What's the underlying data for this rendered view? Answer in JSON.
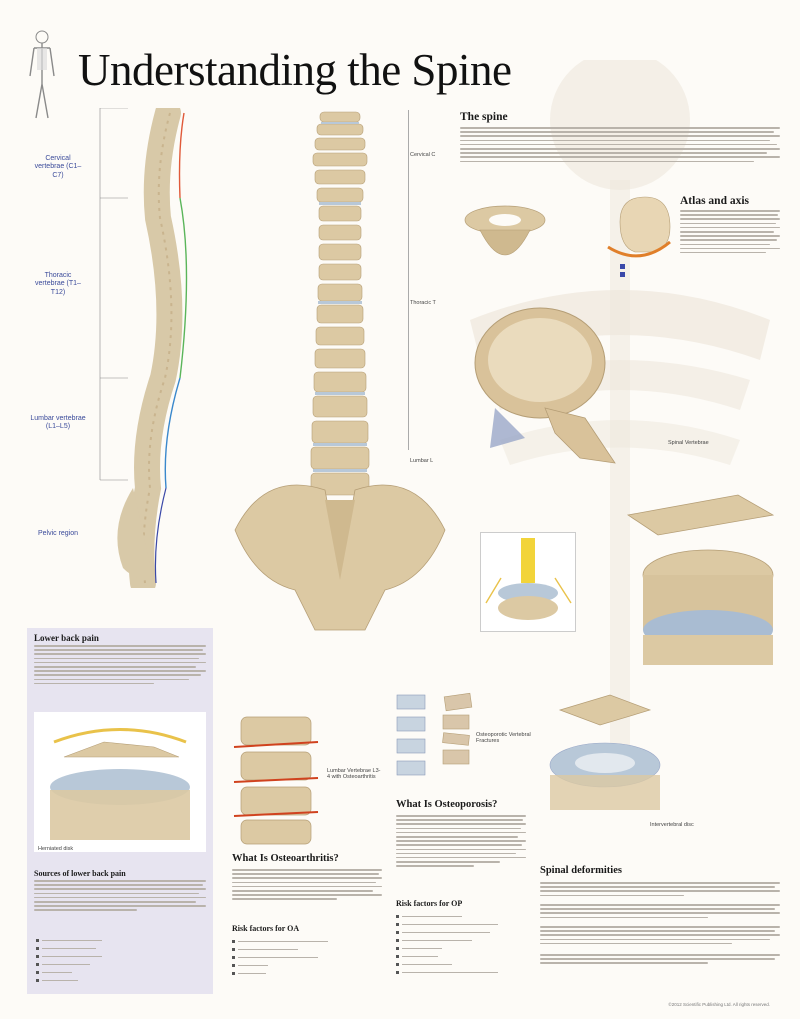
{
  "title": "Understanding the Spine",
  "spine_regions": {
    "cervical": "Cervical vertebrae (C1–C7)",
    "thoracic": "Thoracic vertebrae (T1–T12)",
    "lumbar": "Lumbar vertebrae (L1–L5)",
    "pelvic": "Pelvic region"
  },
  "side_labels": {
    "cervical": "Cervical C",
    "thoracic": "Thoracic T",
    "lumbar": "Lumbar L"
  },
  "sections": {
    "the_spine": "The spine",
    "atlas_axis": "Atlas and axis",
    "spinal_vertebrae": "Spinal Vertebrae",
    "lower_back_pain": "Lower back pain",
    "sources_pain": "Sources of lower back pain",
    "osteoarthritis": "What Is Osteoarthritis?",
    "risk_oa": "Risk factors for OA",
    "osteoporosis": "What Is Osteoporosis?",
    "risk_op": "Risk factors for OP",
    "osteoporotic": "Osteoporotic Vertebral Fractures",
    "spinal_deformities": "Spinal deformities",
    "herniated_disc": "Herniated disk",
    "intervertebral_disc": "Intervertebral disc",
    "lumbar_oa": "Lumbar Vertebrae L3-4 with Osteoarthritis"
  },
  "footer": "©2012 Scientific Publishing Ltd. All rights reserved."
}
